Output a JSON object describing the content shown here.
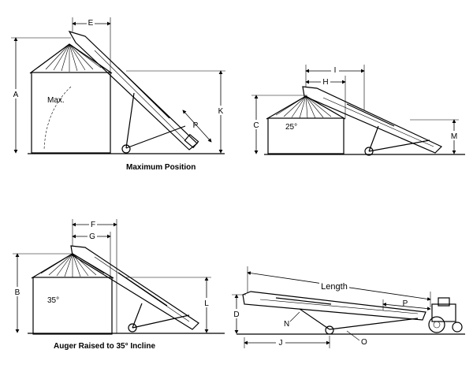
{
  "labels": {
    "A": "A",
    "E": "E",
    "max": "Max.",
    "K": "K",
    "P": "P",
    "I": "I",
    "H": "H",
    "C": "C",
    "deg25": "25°",
    "M": "M",
    "F": "F",
    "G": "G",
    "B": "B",
    "deg35": "35°",
    "L": "L",
    "length": "Length",
    "D": "D",
    "N": "N",
    "J": "J",
    "O": "O",
    "P2": "P"
  },
  "captions": {
    "max_position": "Maximum Position",
    "raised_35": "Auger Raised to 35° Incline"
  }
}
